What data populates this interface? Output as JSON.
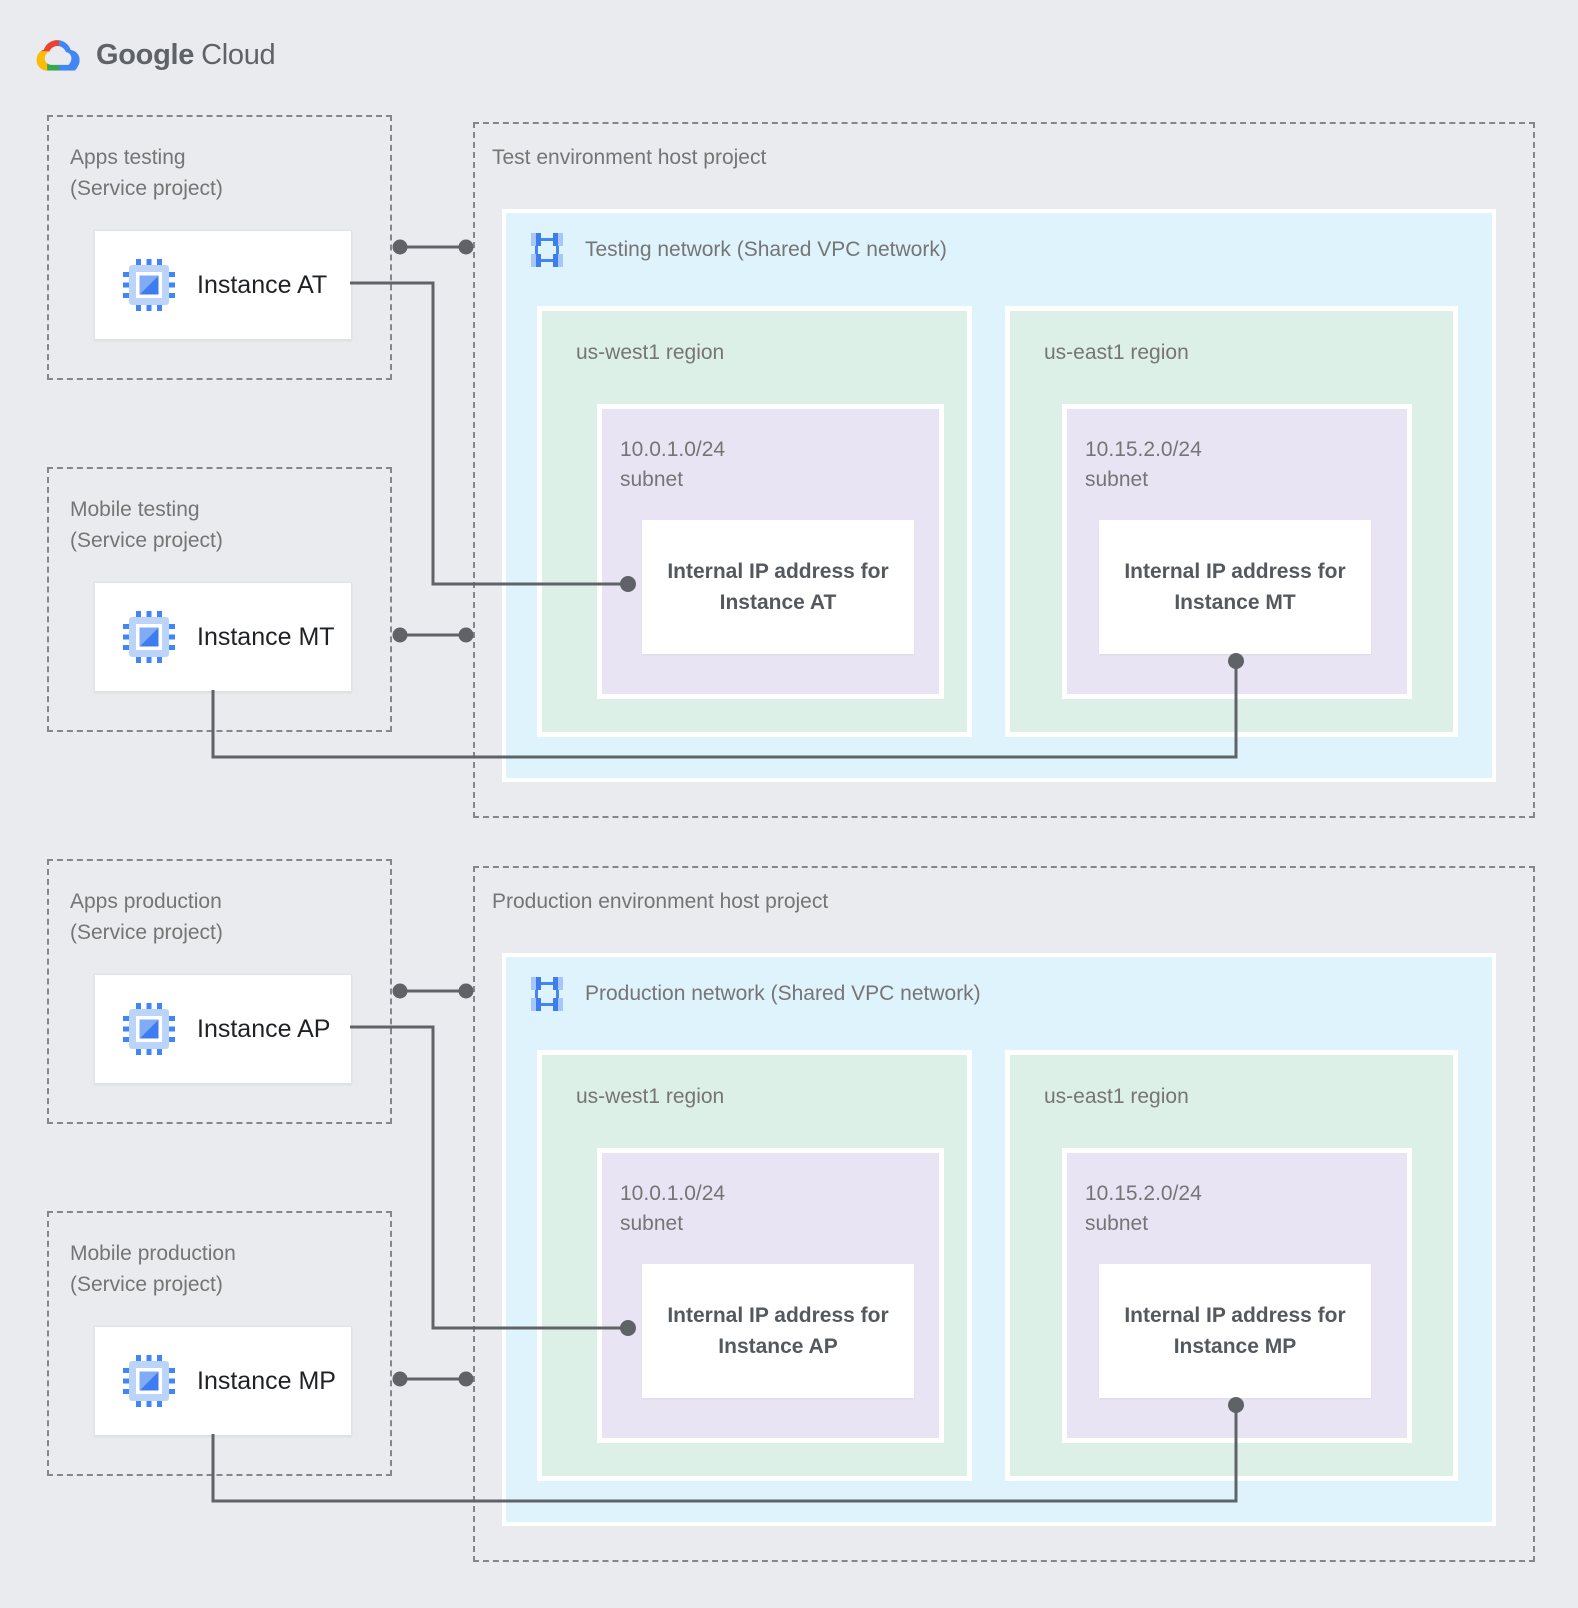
{
  "logo": {
    "google": "Google",
    "cloud": "Cloud"
  },
  "service_projects": [
    {
      "name": "Apps testing",
      "type": "(Service project)",
      "instance": "Instance AT"
    },
    {
      "name": "Mobile testing",
      "type": "(Service project)",
      "instance": "Instance MT"
    },
    {
      "name": "Apps production",
      "type": "(Service project)",
      "instance": "Instance AP"
    },
    {
      "name": "Mobile production",
      "type": "(Service project)",
      "instance": "Instance MP"
    }
  ],
  "host_projects": [
    {
      "title": "Test environment host project",
      "network": "Testing network (Shared VPC network)",
      "regions": [
        {
          "name": "us-west1 region",
          "subnet_cidr": "10.0.1.0/24",
          "subnet_word": "subnet",
          "ip_text": "Internal IP address for Instance AT"
        },
        {
          "name": "us-east1 region",
          "subnet_cidr": "10.15.2.0/24",
          "subnet_word": "subnet",
          "ip_text": "Internal IP address for Instance MT"
        }
      ]
    },
    {
      "title": "Production environment host project",
      "network": "Production network (Shared VPC network)",
      "regions": [
        {
          "name": "us-west1 region",
          "subnet_cidr": "10.0.1.0/24",
          "subnet_word": "subnet",
          "ip_text": "Internal IP address for Instance AP"
        },
        {
          "name": "us-east1 region",
          "subnet_cidr": "10.15.2.0/24",
          "subnet_word": "subnet",
          "ip_text": "Internal IP address for Instance MP"
        }
      ]
    }
  ],
  "icons": {
    "logo_icon": "google-cloud-logo",
    "instance_icon": "compute-engine-icon",
    "network_icon": "vpc-network-icon"
  },
  "colors": {
    "page_background": "#E9EBEE",
    "network_blue": "#DFF3FC",
    "region_green": "#DDF0E8",
    "subnet_purple": "#E9E4F3",
    "connector_gray": "#5F6368",
    "label_gray": "#757575",
    "instance_text": "#1F2125",
    "brand_blue": "#4285F4",
    "brand_red": "#EA4335",
    "brand_yellow": "#FBBC04",
    "brand_green": "#34A853"
  }
}
